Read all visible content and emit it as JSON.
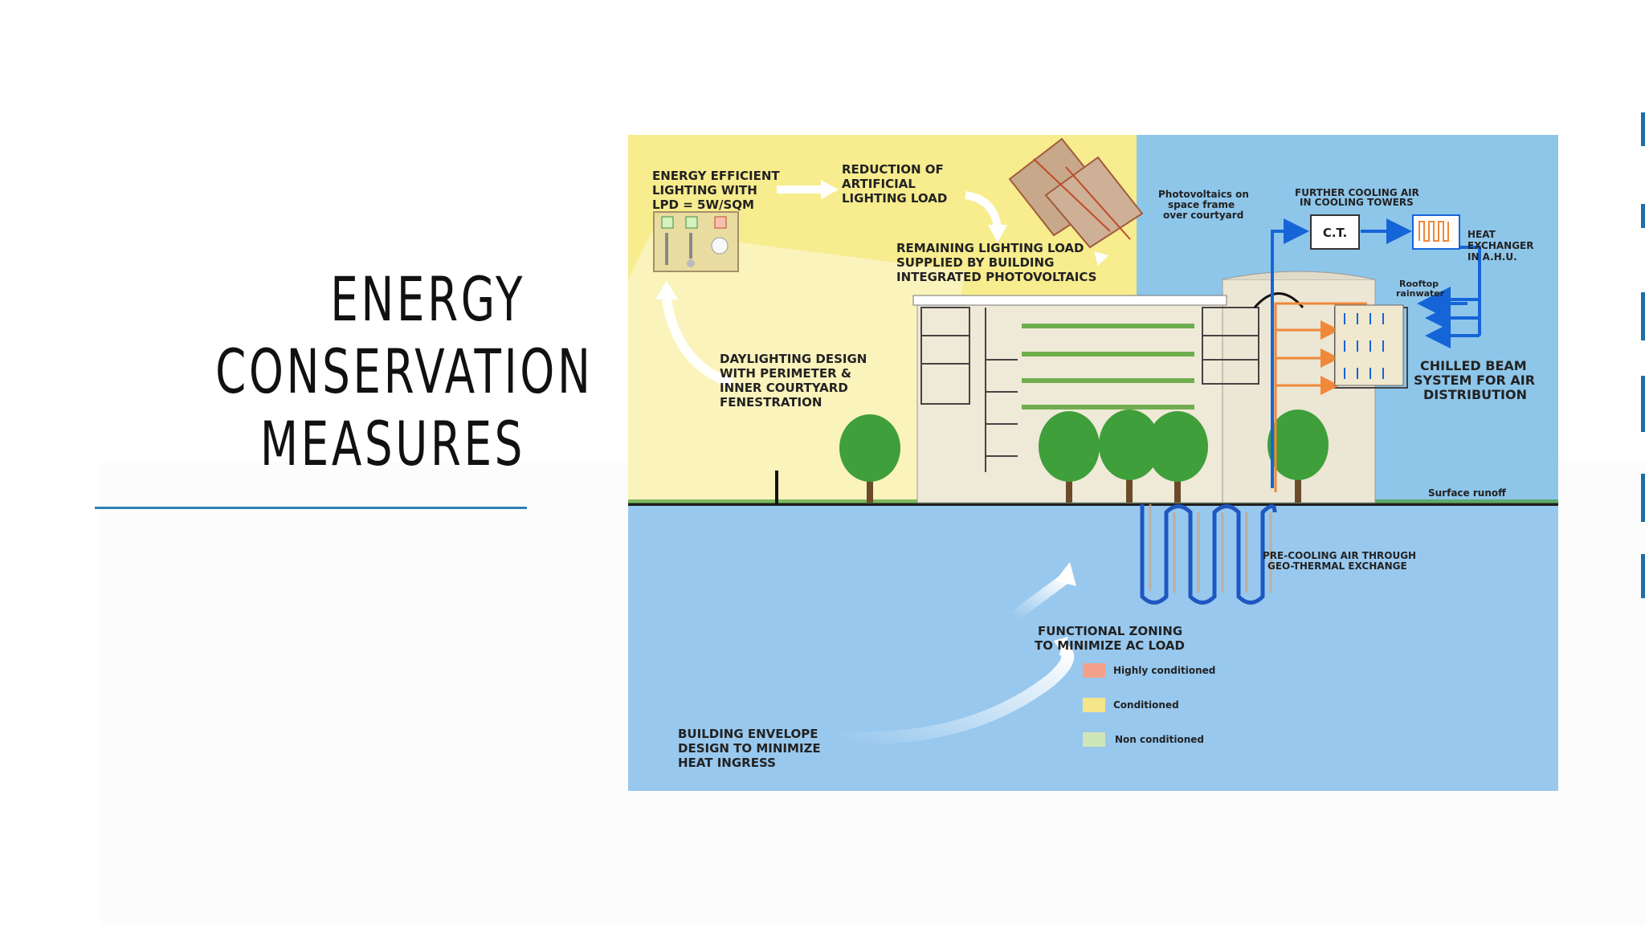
{
  "slide": {
    "title_lines": [
      "ENERGY",
      "CONSERVATION",
      "MEASURES"
    ],
    "accent_color": "#2e7fb8"
  },
  "diagram": {
    "colors": {
      "sky_yellow": "#f7ec8e",
      "sky_blue": "#8ec6ea",
      "ground_blue": "#98c8ee",
      "tree_green": "#3f9f3a",
      "building": "#efe9d8",
      "blue_arrow": "#1565d8",
      "orange_pipe": "#f0883a"
    },
    "labels": {
      "lighting": [
        "ENERGY EFFICIENT",
        "LIGHTING WITH",
        "LPD = 5W/SQM"
      ],
      "reduction": [
        "REDUCTION OF",
        "ARTIFICIAL",
        "LIGHTING LOAD"
      ],
      "pv_label": [
        "Photovoltaics on",
        "space frame",
        "over courtyard"
      ],
      "remaining": [
        "REMAINING LIGHTING LOAD",
        "SUPPLIED BY BUILDING",
        "INTEGRATED PHOTOVOLTAICS"
      ],
      "cooling_towers": [
        "FURTHER COOLING AIR",
        "IN COOLING TOWERS"
      ],
      "ct_box": "C.T.",
      "heat_exchanger": [
        "HEAT",
        "EXCHANGER",
        "IN A.H.U."
      ],
      "rooftop": [
        "Rooftop",
        "rainwater"
      ],
      "daylighting": [
        "DAYLIGHTING DESIGN",
        "WITH PERIMETER &",
        "INNER COURTYARD",
        "FENESTRATION"
      ],
      "chilled_beam": [
        "CHILLED BEAM",
        "SYSTEM FOR AIR",
        "DISTRIBUTION"
      ],
      "surface_runoff": "Surface runoff",
      "precooling": [
        "PRE-COOLING AIR THROUGH",
        "GEO-THERMAL EXCHANGE"
      ],
      "zoning": [
        "FUNCTIONAL ZONING",
        "TO MINIMIZE AC LOAD"
      ],
      "envelope": [
        "BUILDING ENVELOPE",
        "DESIGN TO MINIMIZE",
        "HEAT INGRESS"
      ]
    },
    "legend": [
      {
        "label": "Highly conditioned",
        "color": "#f2a08a"
      },
      {
        "label": "Conditioned",
        "color": "#f5e58a"
      },
      {
        "label": "Non conditioned",
        "color": "#cfe6b8"
      }
    ]
  }
}
